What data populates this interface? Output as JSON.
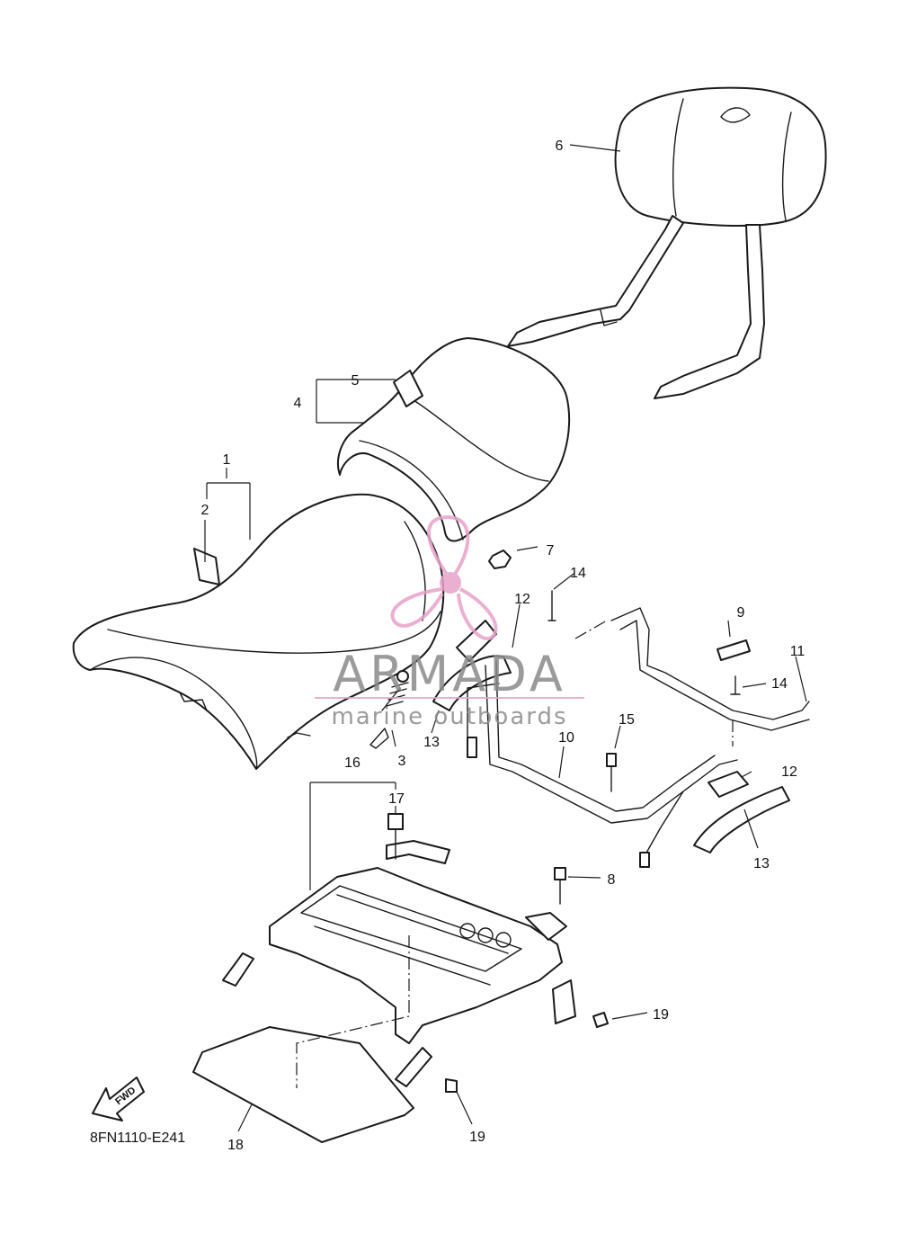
{
  "diagram": {
    "drawing_code": "8FN1110-E241",
    "forward_label": "FWD",
    "callouts": [
      "1",
      "2",
      "3",
      "4",
      "5",
      "6",
      "7",
      "8",
      "9",
      "10",
      "11",
      "12",
      "12",
      "13",
      "13",
      "14",
      "14",
      "15",
      "16",
      "17",
      "18",
      "19",
      "19"
    ]
  },
  "watermark": {
    "brand": "ARMADA",
    "tagline": "marine outboards",
    "brand_color": "#8a8a8a",
    "accent_color": "#e8a3c9"
  }
}
